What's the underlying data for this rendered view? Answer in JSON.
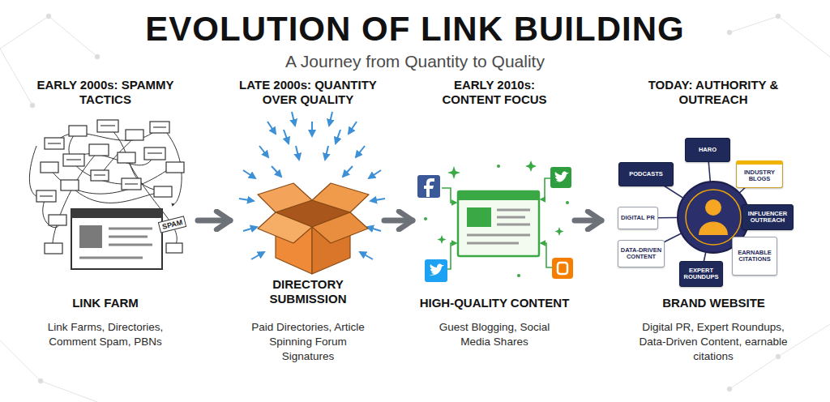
{
  "diagram": {
    "title": "EVOLUTION OF LINK BUILDING",
    "nodes": [
      {
        "text": [
          "EARLY 2000s: SPAMMY TACTICS",
          "LINK FARM",
          "Link Farms, Directories, Comment Spam, PBNs"
        ]
      },
      {
        "text": [
          "LATE 2000s: QUANTITY OVER QUALITY",
          "DIRECTORY SUBMISSION",
          "Paid Directories, Article Spinning Forum Signatures"
        ]
      },
      {
        "text": [
          "EARLY 2010s: CONTENT FOCUS",
          "HIGH-QUALITY CONTENT",
          "Guest Blogging, Social Media Shares"
        ]
      },
      {
        "text": [
          "TODAY: AUTHORITY & OUTREACH",
          "BRAND WEBSITE",
          "Digital PR, Expert Roundups, Data-Driven Content, earnable citations"
        ]
      },
      {
        "text": [
          "PODCASTS"
        ],
        "in": 3
      },
      {
        "text": [
          "HARO"
        ],
        "in": 3
      },
      {
        "text": [
          "INDUSTRY BLOGS"
        ],
        "in": 3
      },
      {
        "text": [
          "INFLUENCER OUTREACH"
        ],
        "in": 3
      },
      {
        "text": [
          "EARNABLE CITATIONS"
        ],
        "in": 3
      },
      {
        "text": [
          "EXPERT ROUNDUPS"
        ],
        "in": 3
      },
      {
        "text": [
          "DATA-DRIVEN CONTENT"
        ],
        "in": 3
      },
      {
        "text": [
          "DIGITAL PR"
        ],
        "in": 3
      }
    ],
    "edges": [
      {
        "from": 0,
        "to": 1,
        "arrow": "to"
      },
      {
        "from": 1,
        "to": 2,
        "arrow": "to"
      },
      {
        "from": 2,
        "to": 3,
        "arrow": "to"
      }
    ],
    "labels": [
      "A Journey from Quantity to Quality",
      "SPAM"
    ]
  }
}
